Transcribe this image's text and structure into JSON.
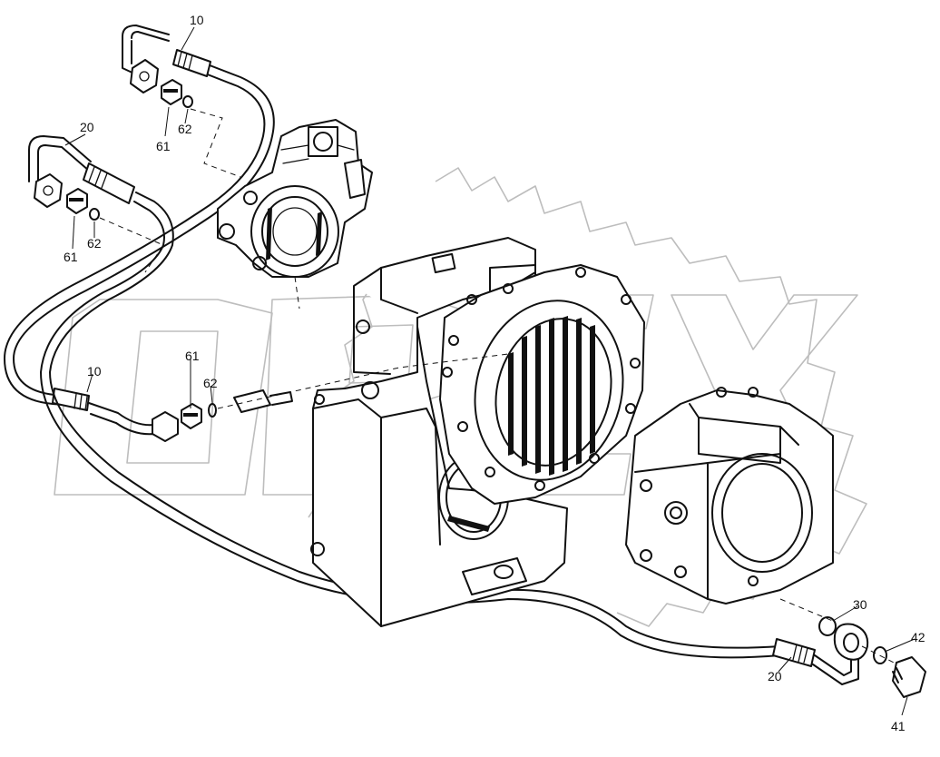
{
  "watermark": {
    "text": "OPEX"
  },
  "callouts": [
    {
      "id": "c10a",
      "label": "10"
    },
    {
      "id": "c61a",
      "label": "61"
    },
    {
      "id": "c62a",
      "label": "62"
    },
    {
      "id": "c20a",
      "label": "20"
    },
    {
      "id": "c61b",
      "label": "61"
    },
    {
      "id": "c62b",
      "label": "62"
    },
    {
      "id": "c10b",
      "label": "10"
    },
    {
      "id": "c61c",
      "label": "61"
    },
    {
      "id": "c62c",
      "label": "62"
    },
    {
      "id": "c30",
      "label": "30"
    },
    {
      "id": "c42",
      "label": "42"
    },
    {
      "id": "c20b",
      "label": "20"
    },
    {
      "id": "c41",
      "label": "41"
    }
  ]
}
